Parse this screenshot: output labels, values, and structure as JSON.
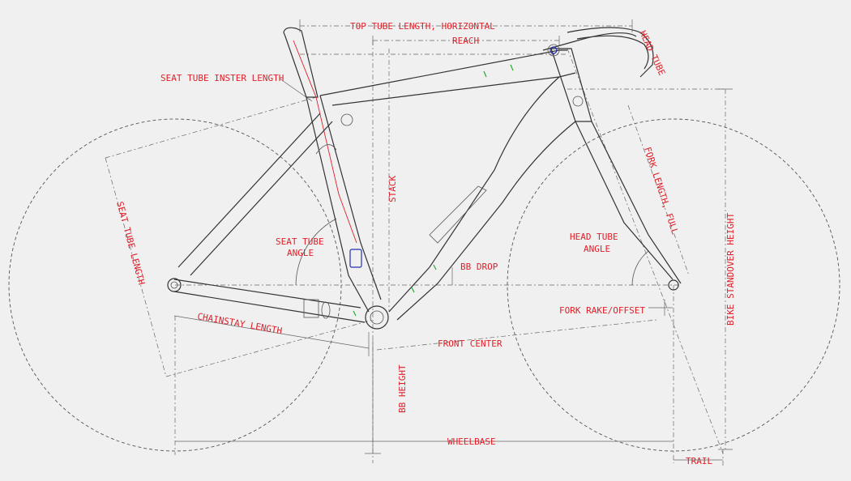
{
  "labels": {
    "top_tube": "TOP TUBE LENGTH, HORIZONTAL",
    "reach": "REACH",
    "head_tube": "HEAD TUBE",
    "seat_tube_insert": "SEAT TUBE INSTER LENGTH",
    "stack": "STACK",
    "fork_length": "FORK LENGTH, FULL",
    "seat_tube_length": "SEAT TUBE LENGTH",
    "seat_tube_angle_1": "SEAT TUBE",
    "seat_tube_angle_2": "ANGLE",
    "head_tube_angle_1": "HEAD TUBE",
    "head_tube_angle_2": "ANGLE",
    "bb_drop": "BB DROP",
    "standover": "BIKE STANDOVER HEIGHT",
    "chainstay": "CHAINSTAY LENGTH",
    "fork_rake": "FORK RAKE/OFFSET",
    "front_center": "FRONT CENTER",
    "bb_height": "BB HEIGHT",
    "wheelbase": "WHEELBASE",
    "trail": "TRAIL"
  },
  "colors": {
    "label": "#e0202a",
    "line": "#333333",
    "background": "#f0f0f0"
  }
}
